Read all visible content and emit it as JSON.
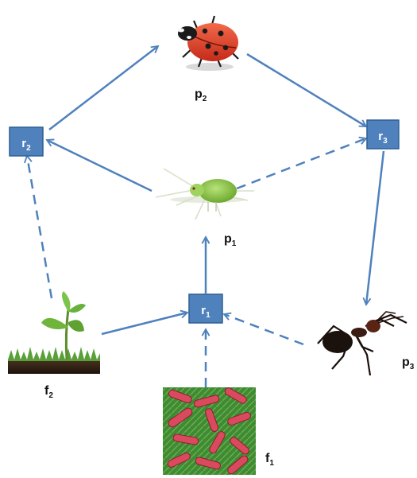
{
  "colors": {
    "edge": "#4f81bd",
    "box_fill": "#4f81bd",
    "box_stroke": "#2f5f94",
    "text": "#111111",
    "box_text": "#ffffff"
  },
  "nodes": {
    "r1": {
      "base": "r",
      "sub": "1"
    },
    "r2": {
      "base": "r",
      "sub": "2"
    },
    "r3": {
      "base": "r",
      "sub": "3"
    },
    "p1": {
      "base": "p",
      "sub": "1",
      "picture": "aphid"
    },
    "p2": {
      "base": "p",
      "sub": "2",
      "picture": "ladybug"
    },
    "p3": {
      "base": "p",
      "sub": "3",
      "picture": "ant"
    },
    "f1": {
      "base": "f",
      "sub": "1",
      "picture": "bacteria"
    },
    "f2": {
      "base": "f",
      "sub": "2",
      "picture": "seedling"
    }
  },
  "edges": [
    {
      "from": "r2",
      "to": "p2",
      "style": "solid"
    },
    {
      "from": "p2",
      "to": "r3",
      "style": "solid"
    },
    {
      "from": "p1",
      "to": "r2",
      "style": "solid"
    },
    {
      "from": "p1",
      "to": "r3",
      "style": "dashed"
    },
    {
      "from": "r3",
      "to": "p3",
      "style": "solid"
    },
    {
      "from": "r1",
      "to": "p1",
      "style": "solid"
    },
    {
      "from": "f2",
      "to": "r2",
      "style": "dashed"
    },
    {
      "from": "f2",
      "to": "r1",
      "style": "solid"
    },
    {
      "from": "p3",
      "to": "r1",
      "style": "dashed"
    },
    {
      "from": "f1",
      "to": "r1",
      "style": "dashed"
    }
  ]
}
